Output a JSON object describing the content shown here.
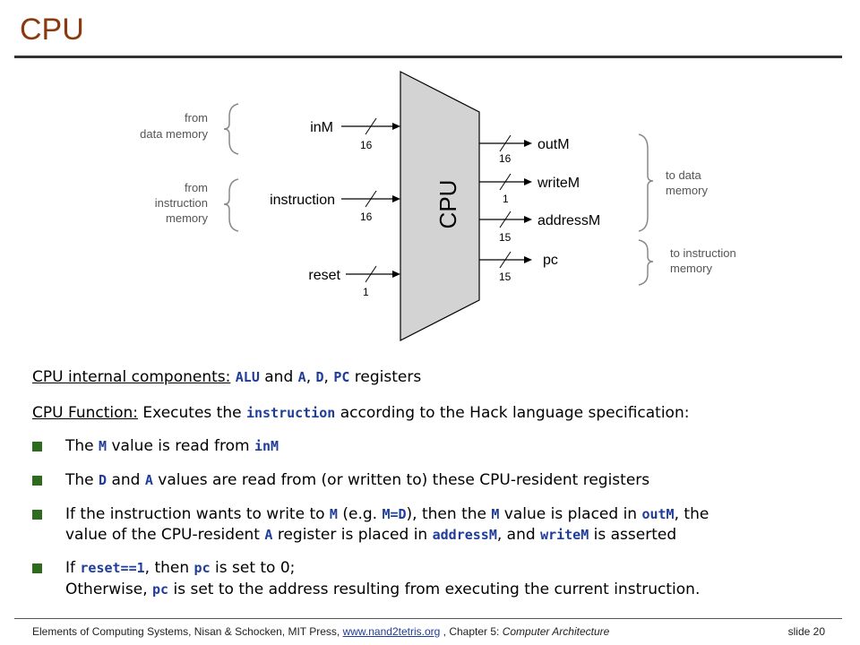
{
  "title": "CPU",
  "diagram": {
    "chip_label": "CPU",
    "inputs": [
      {
        "name": "inM",
        "width": "16"
      },
      {
        "name": "instruction",
        "width": "16"
      },
      {
        "name": "reset",
        "width": "1"
      }
    ],
    "outputs": [
      {
        "name": "outM",
        "width": "16"
      },
      {
        "name": "writeM",
        "width": "1"
      },
      {
        "name": "addressM",
        "width": "15"
      },
      {
        "name": "pc",
        "width": "15"
      }
    ],
    "left_notes": {
      "data_memory": [
        "from",
        "data memory"
      ],
      "instruction_memory": [
        "from",
        "instruction",
        "memory"
      ]
    },
    "right_notes": {
      "data_memory": [
        "to data",
        "memory"
      ],
      "instruction_memory": [
        "to instruction",
        "memory"
      ]
    }
  },
  "text": {
    "line1": {
      "label": "CPU internal components:",
      "c_alu": "ALU",
      "and": " and ",
      "c_a": "A",
      "comma1": ", ",
      "c_d": "D",
      "comma2": ", ",
      "c_pc": "PC",
      "tail": " registers"
    },
    "line2": {
      "label": "CPU Function:",
      "pre": " Executes the ",
      "c_instruction": "instruction",
      "post": " according to the Hack language specification:"
    },
    "bullets": {
      "b1": {
        "a": "The ",
        "c1": "M",
        "b": " value is read from ",
        "c2": "inM"
      },
      "b2": {
        "a": "The ",
        "c1": "D",
        "b": " and ",
        "c2": "A",
        "c": " values are read from (or written to) these CPU-resident registers"
      },
      "b3": {
        "a": "If the instruction wants to write to ",
        "c1": "M",
        "b": " (e.g. ",
        "c2": "M=D",
        "c": "), then the ",
        "c3": "M",
        "d": " value is placed in ",
        "c4": "outM",
        "e": ", the",
        "l2a": "value of the CPU-resident ",
        "c5": "A",
        "l2b": " register is placed in ",
        "c6": "addressM",
        "l2c": ", and ",
        "c7": "writeM",
        "l2d": " is asserted"
      },
      "b4": {
        "a": "If ",
        "c1": "reset==1",
        "b": ", then ",
        "c2": "pc",
        "c": " is set to 0;",
        "l2a": "Otherwise, ",
        "c3": "pc",
        "l2b": " is set to the address resulting from executing the current instruction."
      }
    }
  },
  "footer": {
    "pre": "Elements of Computing Systems, Nisan & Schocken, MIT Press,  ",
    "link": "www.nand2tetris.org",
    "mid": " , Chapter 5: ",
    "chapter": "Computer Architecture",
    "slide": "slide 20"
  },
  "colors": {
    "title": "#8B3A0E",
    "code": "#1f3c99",
    "bullet": "#2e6b1f",
    "chip_fill": "#d3d3d3",
    "note_text": "#555555"
  }
}
